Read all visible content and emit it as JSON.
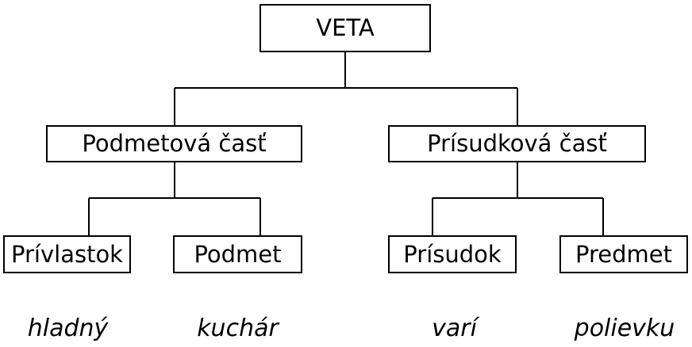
{
  "diagram": {
    "root": {
      "label": "VETA"
    },
    "branches": [
      {
        "label": "Podmetová časť",
        "children": [
          {
            "label": "Prívlastok",
            "example": "hladný"
          },
          {
            "label": "Podmet",
            "example": "kuchár"
          }
        ]
      },
      {
        "label": "Prísudková časť",
        "children": [
          {
            "label": "Prísudok",
            "example": "varí"
          },
          {
            "label": "Predmet",
            "example": "polievku"
          }
        ]
      }
    ]
  }
}
